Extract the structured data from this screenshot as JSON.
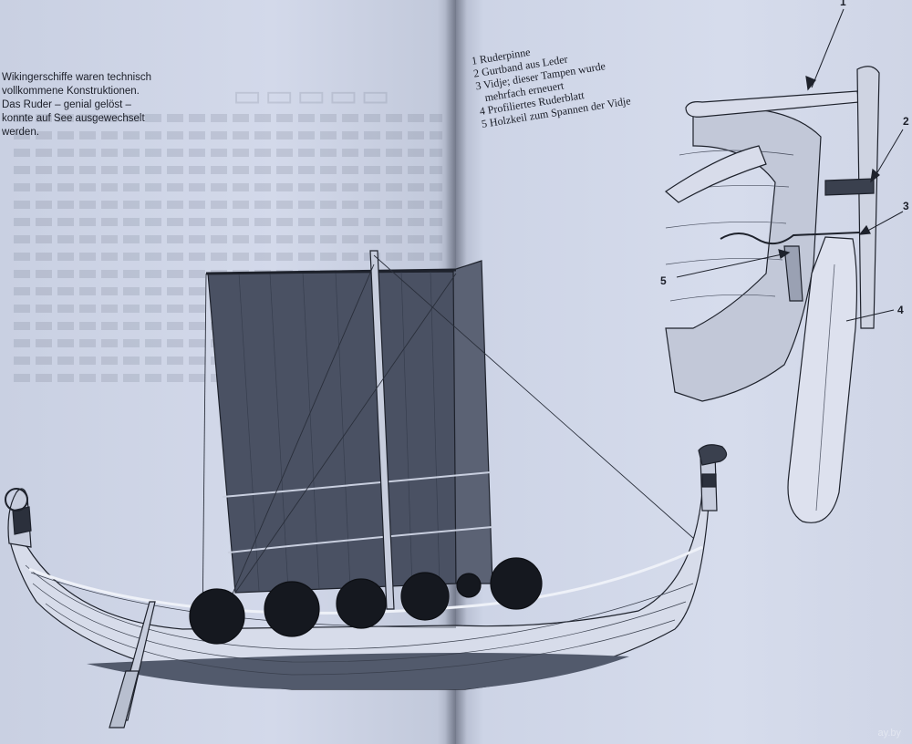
{
  "caption_left": [
    "Wikingerschiffe waren technisch",
    "vollkommene Konstruktionen.",
    "Das Ruder – genial gelöst –",
    "konnte auf See ausgewechselt",
    "werden."
  ],
  "legend": [
    "1 Ruderpinne",
    "2 Gurtband aus Leder",
    "3 Vidje; dieser Tampen wurde",
    "mehrfach erneuert",
    "4 Profiliertes Ruderblatt",
    "5 Holzkeil zum Spannen der Vidje"
  ],
  "callouts": [
    "1",
    "2",
    "3",
    "4",
    "5"
  ],
  "watermark": "ay.by",
  "colors": {
    "page": "#d3d9ea",
    "ink": "#1b1e28",
    "sail": "#4a5163",
    "hull_dark": "#525a6c"
  }
}
